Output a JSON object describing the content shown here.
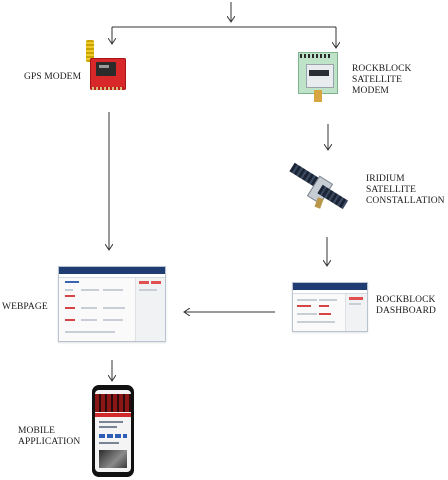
{
  "nodes": {
    "gps_modem": {
      "label": "GPS MODEM"
    },
    "rockblock_modem": {
      "label": "ROCKBLOCK\nSATELLITE\nMODEM"
    },
    "iridium": {
      "label": "IRIDIUM\nSATELLITE\nCONSTALLATION"
    },
    "rockblock_dashboard": {
      "label": "ROCKBLOCK\nDASHBOARD"
    },
    "webpage": {
      "label": "WEBPAGE"
    },
    "mobile_app": {
      "label": "MOBILE\nAPPLICATION"
    }
  },
  "colors": {
    "arrow": "#333333",
    "dashboard_header": "#1f3d73",
    "accent_red": "#d64545",
    "pcb_red": "#d8282a",
    "rockblock_green": "#bfe3c9"
  },
  "icons": [
    "gps-modem-board",
    "rockblock-modem-board",
    "iridium-satellite",
    "dashboard-screenshot",
    "webpage-screenshot",
    "smartphone"
  ]
}
